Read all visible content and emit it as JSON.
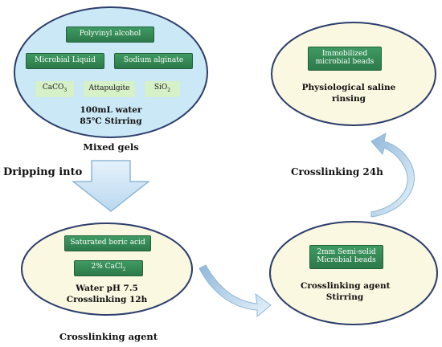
{
  "colors": {
    "blue_fill": "#cbe8f6",
    "cream_fill": "#fbf8e2",
    "ellipse_stroke": "#2c3e6b",
    "green_box": "#2f7d4e",
    "light_green_box": "#d6f0c8",
    "arrow_fill": "#cfe6f5",
    "arrow_stroke": "#8fb8d8"
  },
  "mixed_gels": {
    "polyvinyl_alcohol": "Polyvinyl alcohol",
    "microbial_liquid": "Microbial Liquid",
    "sodium_alginate": "Sodium alginate",
    "caco3_main": "CaCO",
    "caco3_sub": "3",
    "attapulgite": "Attapulgite",
    "sio2_main": "SiO",
    "sio2_sub": "2",
    "water_line": "100mL water",
    "stir_line": "85℃ Stirring",
    "caption": "Mixed gels"
  },
  "dripping": "Dripping into",
  "crosslinking_agent_ellipse": {
    "boric_acid": "Saturated boric acid",
    "cacl2_main": "2%  CaCl",
    "cacl2_sub": "2",
    "water_line": "Water  pH 7.5",
    "time_line": "Crosslinking 12h",
    "caption": "Crosslinking agent"
  },
  "semi_solid": {
    "box_line1": "2mm Semi-solid",
    "box_line2": "Microbial beads",
    "line1": "Crosslinking agent",
    "line2": "Stirring"
  },
  "crosslinking_24h": "Crosslinking 24h",
  "immobilized": {
    "box_line1": "Immobilized",
    "box_line2": "microbial beads",
    "line1": "Physiological saline",
    "line2": "rinsing"
  }
}
